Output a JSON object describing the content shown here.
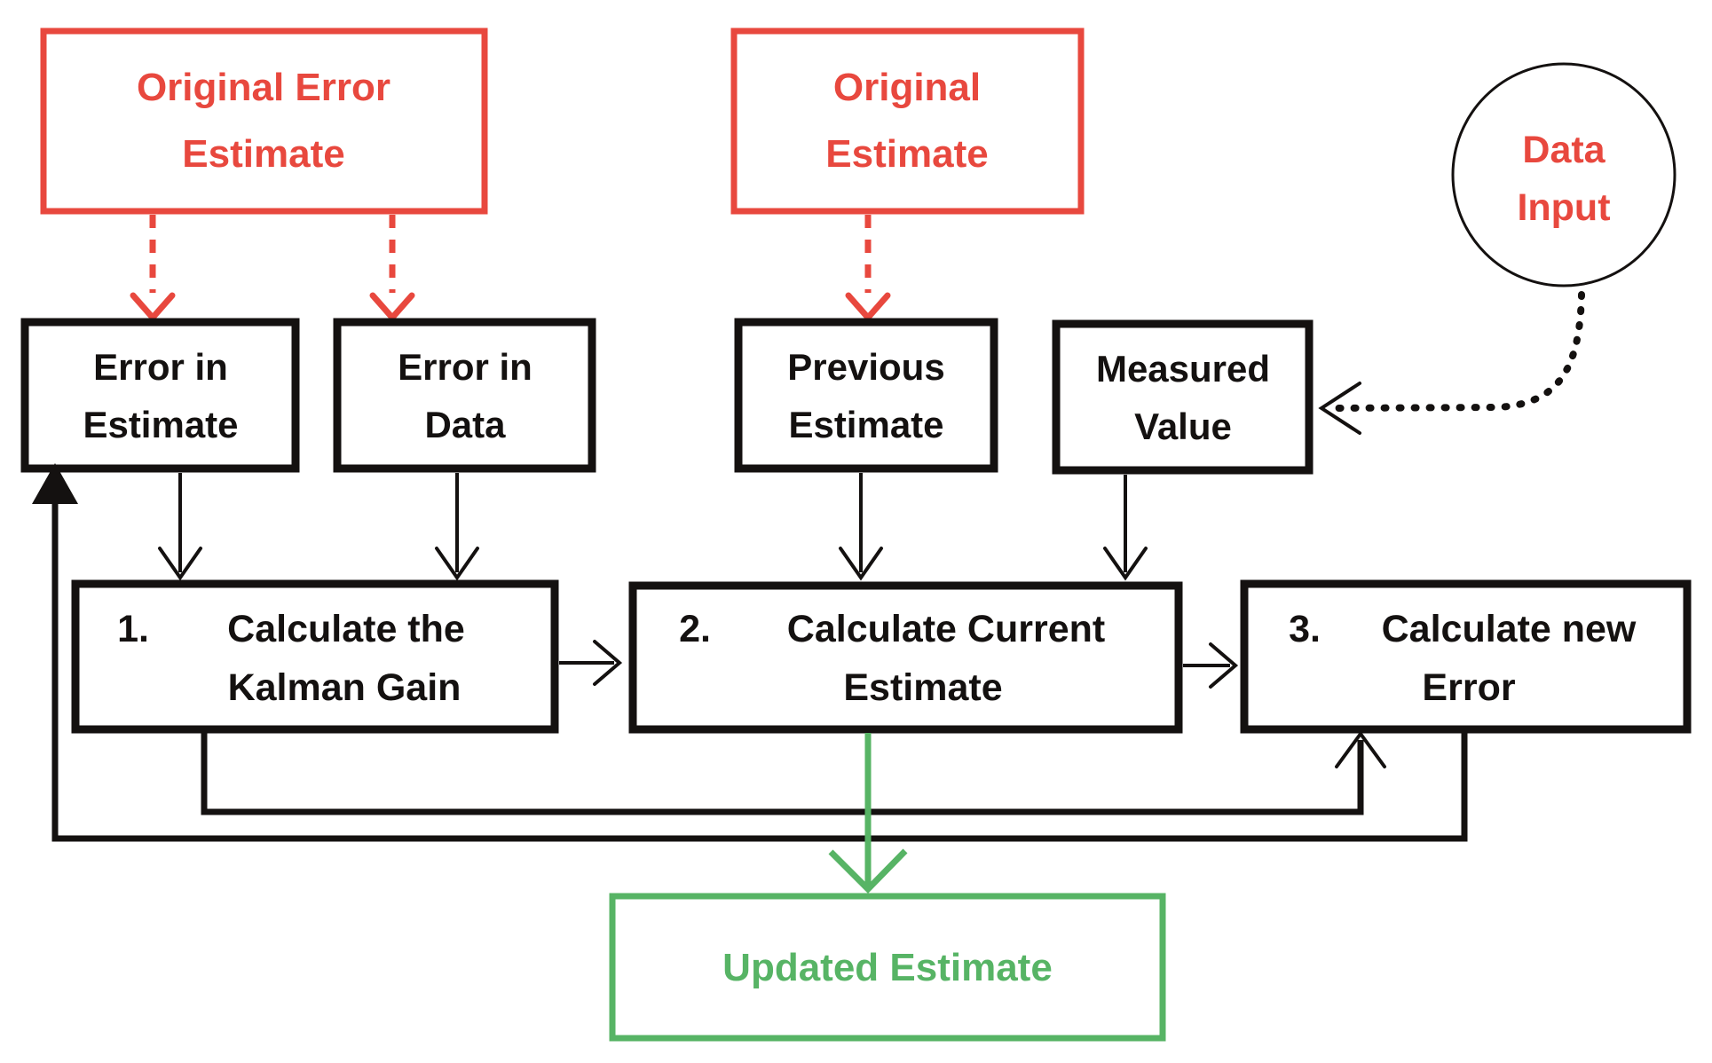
{
  "colors": {
    "red": "#E8483E",
    "green": "#57B465",
    "black": "#141110",
    "background": "#FFFFFF"
  },
  "nodes": {
    "original_error_estimate": {
      "line1": "Original Error",
      "line2": "Estimate"
    },
    "original_estimate": {
      "line1": "Original",
      "line2": "Estimate"
    },
    "data_input": {
      "line1": "Data",
      "line2": "Input"
    },
    "error_in_estimate": {
      "line1": "Error in",
      "line2": "Estimate"
    },
    "error_in_data": {
      "line1": "Error in",
      "line2": "Data"
    },
    "previous_estimate": {
      "line1": "Previous",
      "line2": "Estimate"
    },
    "measured_value": {
      "line1": "Measured",
      "line2": "Value"
    },
    "calc_kalman_gain": {
      "number": "1.",
      "line1": "Calculate the",
      "line2": "Kalman Gain"
    },
    "calc_current_estimate": {
      "number": "2.",
      "line1": "Calculate Current",
      "line2": "Estimate"
    },
    "calc_new_error": {
      "number": "3.",
      "line1": "Calculate new",
      "line2": "Error"
    },
    "updated_estimate": {
      "label": "Updated Estimate"
    }
  }
}
